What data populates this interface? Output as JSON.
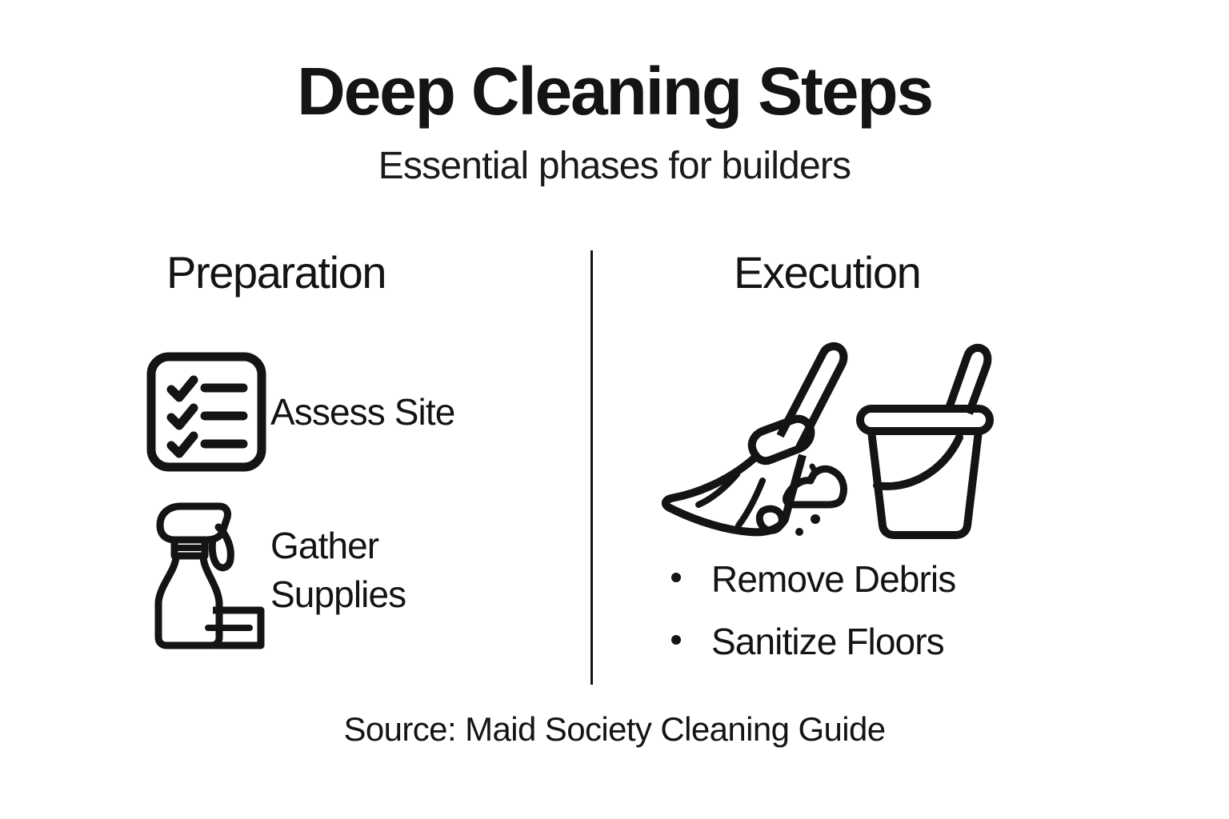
{
  "background_color": "#FFFFFD",
  "ink_color": "#141414",
  "header": {
    "title": "Deep Cleaning Steps",
    "subtitle": "Essential phases for builders"
  },
  "columns": {
    "left": {
      "heading": "Preparation",
      "items": [
        {
          "icon": "checklist-icon",
          "label": "Assess Site"
        },
        {
          "icon": "spray-bottle-icon",
          "label_line1": "Gather",
          "label_line2": "Supplies"
        }
      ]
    },
    "right": {
      "heading": "Execution",
      "icons": [
        "broom-icon",
        "debris-icon",
        "bucket-mop-icon"
      ],
      "bullets": [
        {
          "text": "Remove Debris"
        },
        {
          "text": "Sanitize Floors"
        }
      ]
    }
  },
  "footer": {
    "source": "Source: Maid Society Cleaning Guide"
  }
}
